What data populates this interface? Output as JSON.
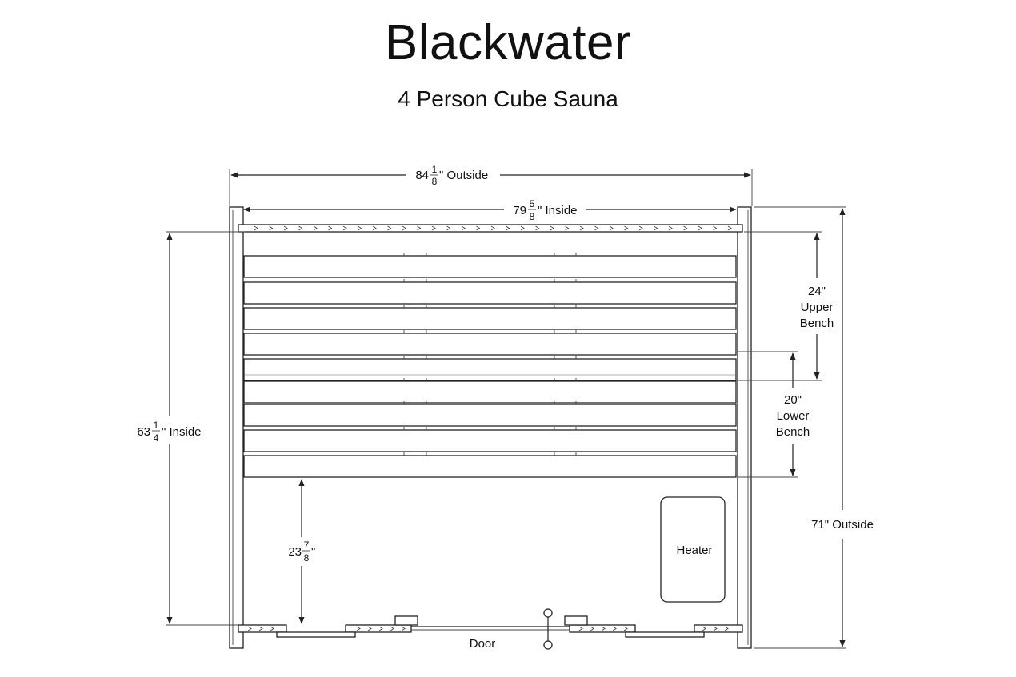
{
  "header": {
    "title": "Blackwater",
    "subtitle": "4 Person Cube Sauna"
  },
  "dimensions": {
    "outside_width": {
      "whole": "84",
      "num": "1",
      "den": "8",
      "suffix": "\" Outside"
    },
    "inside_width": {
      "whole": "79",
      "num": "5",
      "den": "8",
      "suffix": "\" Inside"
    },
    "inside_depth": {
      "whole": "63",
      "num": "1",
      "den": "4",
      "suffix": "\" Inside"
    },
    "floor_gap": {
      "whole": "23",
      "num": "7",
      "den": "8",
      "suffix": "\""
    },
    "outside_depth": "71\" Outside",
    "upper_bench": {
      "size": "24\"",
      "line1": "Upper",
      "line2": "Bench"
    },
    "lower_bench": {
      "size": "20\"",
      "line1": "Lower",
      "line2": "Bench"
    }
  },
  "labels": {
    "heater": "Heater",
    "door": "Door"
  },
  "colors": {
    "line": "#222222",
    "background": "#ffffff"
  }
}
